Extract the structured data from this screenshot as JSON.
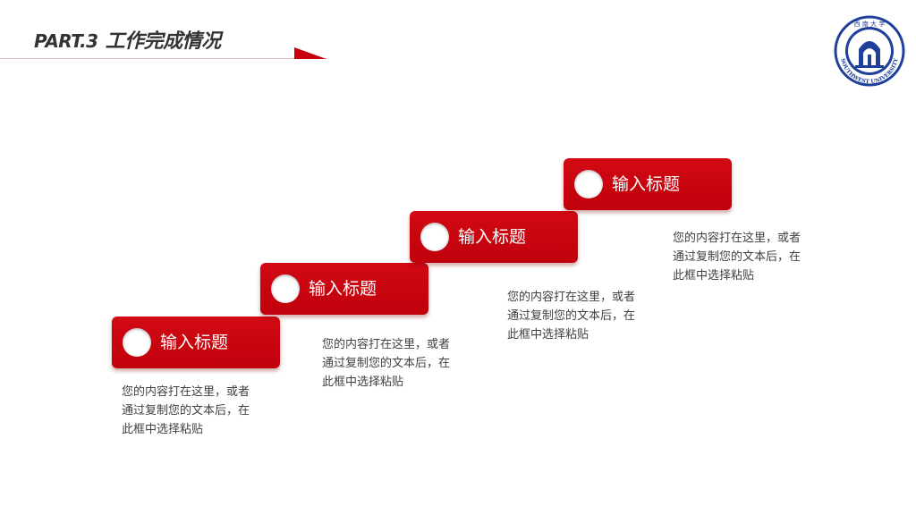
{
  "header": {
    "part": "PART.3",
    "title": "工作完成情况"
  },
  "colors": {
    "accent": "#c8000c",
    "text": "#404040",
    "logo_blue": "#1f3f9a"
  },
  "steps": [
    {
      "title": "输入标题",
      "desc": [
        "您的内容打在这里，或者",
        "通过复制您的文本后，在",
        "此框中选择粘贴"
      ]
    },
    {
      "title": "输入标题",
      "desc": [
        "您的内容打在这里，或者",
        "通过复制您的文本后，在",
        "此框中选择粘贴"
      ]
    },
    {
      "title": "输入标题",
      "desc": [
        "您的内容打在这里，或者",
        "通过复制您的文本后，在",
        "此框中选择粘贴"
      ]
    },
    {
      "title": "输入标题",
      "desc": [
        "您的内容打在这里，或者",
        "通过复制您的文本后，在",
        "此框中选择粘贴"
      ]
    }
  ],
  "logo": {
    "icon": "university-seal-icon",
    "text": "SOUTHWEST UNIVERSITY"
  }
}
